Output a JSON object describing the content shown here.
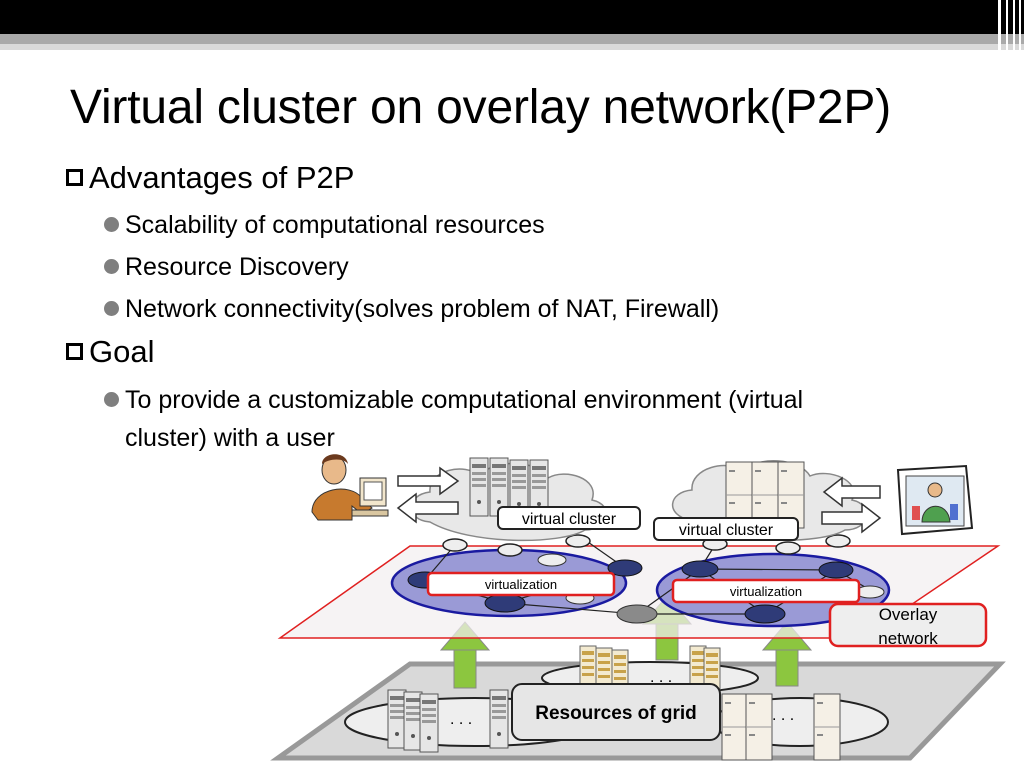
{
  "slide": {
    "title": "Virtual cluster on overlay network(P2P)",
    "sections": [
      {
        "heading": "Advantages of P2P",
        "bullets": [
          "Scalability of computational resources",
          "Resource Discovery",
          "Network connectivity(solves problem of NAT, Firewall)"
        ]
      },
      {
        "heading": "Goal",
        "bullets": [
          "To provide a customizable computational environment (virtual",
          "cluster)  with a user"
        ]
      }
    ]
  },
  "diagram": {
    "cluster_left_label": "virtual cluster",
    "cluster_right_label": "virtual cluster",
    "virtualization_left": "virtualization",
    "virtualization_right": "virtualization",
    "overlay_label_line1": "Overlay",
    "overlay_label_line2": "network",
    "grid_label": "Resources of grid",
    "dots": ". . .",
    "colors": {
      "overlay_border": "#e02020",
      "overlay_fill": "#f2eef0",
      "vcluster_fill": "#9a9ad6",
      "vcluster_border": "#1a1aa0",
      "node_dark": "#2f3b78",
      "arrow_green": "#8cc63f",
      "grid_floor": "#d9d9d9",
      "cloud": "#e8e8e8"
    }
  }
}
